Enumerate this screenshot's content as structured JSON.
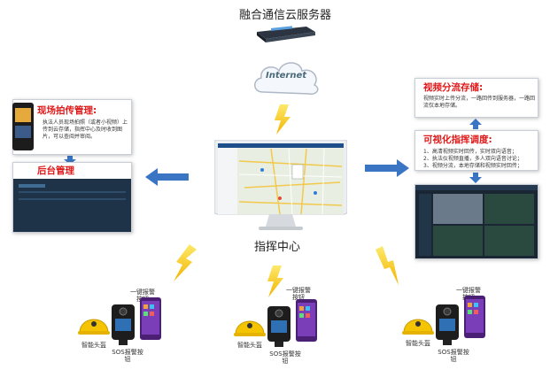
{
  "title_top": "融合通信云服务器",
  "cloud_label": "Internet",
  "title_center": "指挥中心",
  "left_box": {
    "title": "现场拍传管理:",
    "body": "执法人员现场拍照（或者小视频）上传到云存储，指挥中心及时收到图片，可以查阅并审阅。",
    "bottom_title": "后台管理"
  },
  "right_box1": {
    "title": "视频分流存储:",
    "body": "视频实时上传分流，一路回传到服务器，一路回流仅本地存储。"
  },
  "right_box2": {
    "title": "可视化指挥调度:",
    "items": [
      "1、高清视频实时回传，实时双向语音；",
      "2、执法仪视频直播，多人双向语音讨论；",
      "3、视频分流，本地存储和视频实时回传；"
    ]
  },
  "device_groups": [
    {
      "btn_label": "一键报警按钮",
      "helmet_label": "智能头盔",
      "sos_label": "SOS报警按钮"
    },
    {
      "btn_label": "一键报警按钮",
      "helmet_label": "智能头盔",
      "sos_label": "SOS报警按钮"
    },
    {
      "btn_label": "一键报警按钮",
      "helmet_label": "智能头盔",
      "sos_label": "SOS报警按钮"
    }
  ],
  "colors": {
    "title_red": "#e01818",
    "arrow_blue": "#3a75c4",
    "lightning_yellow": "#f6c614",
    "helmet_yellow": "#f5c400"
  }
}
